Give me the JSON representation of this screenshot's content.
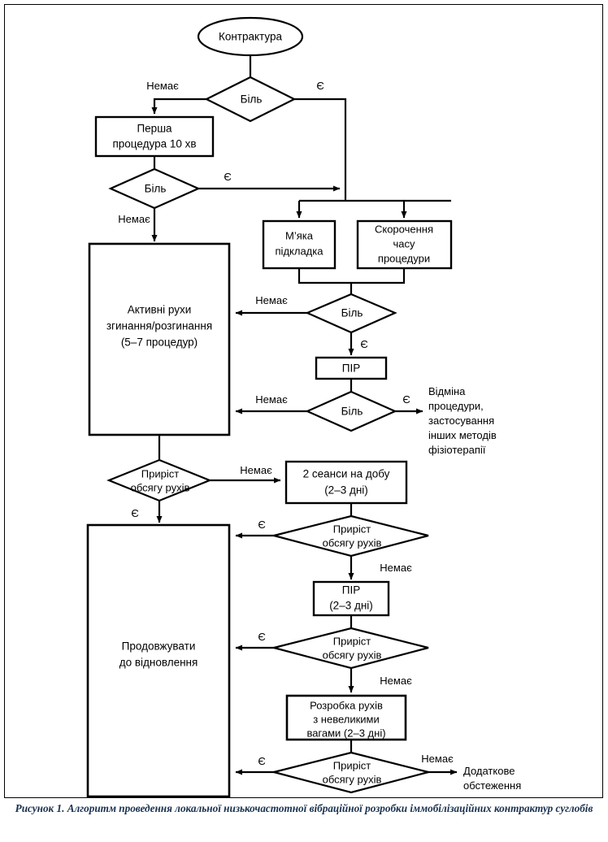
{
  "figure": {
    "caption_line1": "Рисунок 1. Алгоритм проведення локальної низькочастотної вібраційної розробки іммобілізаційних",
    "caption_line2": "контрактур суглобів",
    "caption_color": "#18314f",
    "line_color": "#000000",
    "background": "#ffffff"
  },
  "nodes": {
    "start": {
      "type": "oval",
      "label": "Контрактура"
    },
    "pain1": {
      "type": "diamond",
      "label": "Біль"
    },
    "first_procedure": {
      "type": "process",
      "line1": "Перша",
      "line2": "процедура 10 хв"
    },
    "pain2": {
      "type": "diamond",
      "label": "Біль"
    },
    "soft_pad": {
      "type": "process",
      "line1": "М’яка",
      "line2": "підкладка"
    },
    "shorten_time": {
      "type": "process",
      "line1": "Скорочення",
      "line2": "часу",
      "line3": "процедури"
    },
    "active_moves": {
      "type": "process",
      "line1": "Активні рухи",
      "line2": "згинання/розгинання",
      "line3": "(5–7 процедур)"
    },
    "pain3": {
      "type": "diamond",
      "label": "Біль"
    },
    "pir1": {
      "type": "process",
      "label": "ПІР"
    },
    "pain4": {
      "type": "diamond",
      "label": "Біль"
    },
    "cancel_note": {
      "type": "text",
      "line1": "Відміна",
      "line2": "процедури,",
      "line3": "застосування",
      "line4": "інших методів",
      "line5": "фізіотерапії"
    },
    "gain1": {
      "type": "diamond",
      "line1": "Приріст",
      "line2": "обсягу рухів"
    },
    "two_sessions": {
      "type": "process",
      "line1": "2 сеанси на добу",
      "line2": "(2–3 дні)"
    },
    "gain2": {
      "type": "diamond",
      "line1": "Приріст",
      "line2": "обсягу рухів"
    },
    "continue_recovery": {
      "type": "process",
      "line1": "Продовжувати",
      "line2": "до відновлення"
    },
    "pir2": {
      "type": "process",
      "line1": "ПІР",
      "line2": "(2–3 дні)"
    },
    "gain3": {
      "type": "diamond",
      "line1": "Приріст",
      "line2": "обсягу рухів"
    },
    "weights_work": {
      "type": "process",
      "line1": "Розробка рухів",
      "line2": "з невеликими",
      "line3": "вагами (2–3 дні)"
    },
    "gain4": {
      "type": "diamond",
      "line1": "Приріст",
      "line2": "обсягу рухів"
    },
    "extra_exam": {
      "type": "text",
      "line1": "Додаткове",
      "line2": "обстеження"
    }
  },
  "edge_labels": {
    "pain1_no": "Немає",
    "pain1_yes": "Є",
    "pain2_yes": "Є",
    "pain2_no": "Немає",
    "pain3_no": "Немає",
    "pain3_yes": "Є",
    "pain4_no": "Немає",
    "pain4_yes": "Є",
    "gain1_no": "Немає",
    "gain1_yes": "Є",
    "gain2_yes": "Є",
    "gain2_no": "Немає",
    "gain3_yes": "Є",
    "gain3_no": "Немає",
    "gain4_yes": "Є",
    "gain4_no": "Немає"
  }
}
